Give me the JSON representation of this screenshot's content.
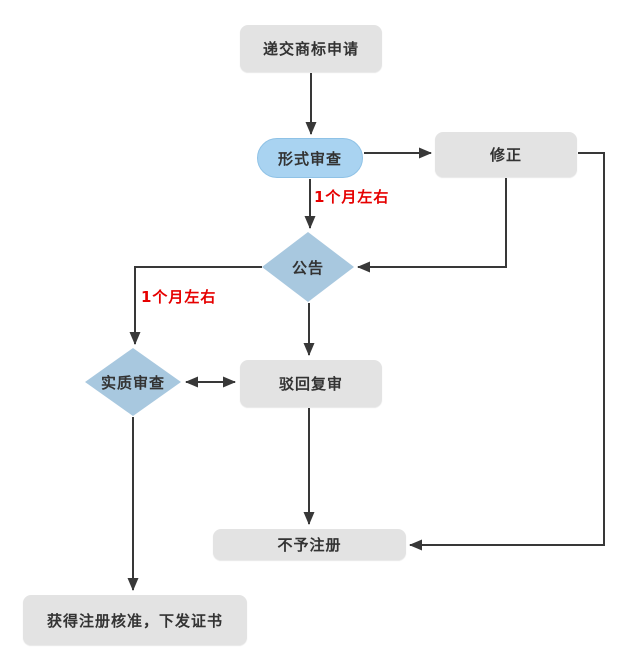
{
  "diagram": {
    "type": "flowchart",
    "background": "#ffffff",
    "nodes": {
      "submit": {
        "label": "递交商标申请",
        "shape": "rounded-rect",
        "fill": "#e3e3e3"
      },
      "formal": {
        "label": "形式审查",
        "shape": "pill",
        "fill": "#a9d3f1"
      },
      "correction": {
        "label": "修正",
        "shape": "rounded-rect",
        "fill": "#e3e3e3"
      },
      "announce": {
        "label": "公告",
        "shape": "diamond",
        "fill": "#a8c8df"
      },
      "substantive": {
        "label": "实质审查",
        "shape": "diamond",
        "fill": "#a8c8df"
      },
      "review": {
        "label": "驳回复审",
        "shape": "rounded-rect",
        "fill": "#e3e3e3"
      },
      "no_register": {
        "label": "不予注册",
        "shape": "rounded-rect",
        "fill": "#e3e3e3"
      },
      "certificate": {
        "label": "获得注册核准，下发证书",
        "shape": "rounded-rect",
        "fill": "#e3e3e3"
      }
    },
    "edges": [
      {
        "from": "submit",
        "to": "formal"
      },
      {
        "from": "formal",
        "to": "correction"
      },
      {
        "from": "formal",
        "to": "announce",
        "label": "1个月左右",
        "label_color": "#e60000"
      },
      {
        "from": "correction",
        "to": "announce"
      },
      {
        "from": "correction",
        "to": "no_register"
      },
      {
        "from": "announce",
        "to": "substantive",
        "label": "1个月左右",
        "label_color": "#e60000"
      },
      {
        "from": "announce",
        "to": "review"
      },
      {
        "from": "substantive",
        "to": "review",
        "bidirectional": true
      },
      {
        "from": "review",
        "to": "no_register"
      },
      {
        "from": "substantive",
        "to": "certificate"
      }
    ],
    "colors": {
      "arrow": "#383838",
      "node_text": "#333333",
      "edge_label_text": "#e60000",
      "gray_node_fill": "#e3e3e3",
      "pill_fill": "#a9d3f1",
      "diamond_fill": "#a8c8df"
    }
  }
}
